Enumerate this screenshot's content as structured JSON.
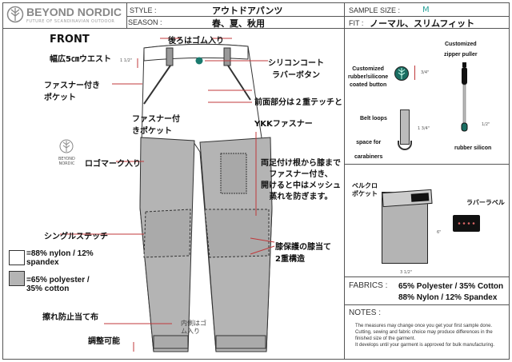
{
  "header": {
    "brand": "BEYOND NORDIC",
    "tagline": "FUTURE OF SCANDINAVIAN OUTDOOR",
    "style_label": "STYLE :",
    "style_value": "アウトドアパンツ",
    "season_label": "SEASON :",
    "season_value": "春、夏、秋用",
    "sample_size_label": "SAMPLE SIZE :",
    "sample_size_value": "M",
    "fit_label": "FIT :",
    "fit_value": "ノーマル、スリムフィット"
  },
  "drawing": {
    "view": "FRONT",
    "callouts": {
      "waist": "幅広5㎝ウエスト",
      "waist_dim": "1 1/2\"",
      "back_elastic": "後ろはゴム入り",
      "zip_pocket": [
        "ファスナー付き",
        "ポケット"
      ],
      "button": [
        "シリコンコート",
        "ラバーボタン"
      ],
      "double_stitch": "前面部分は２重テッチと",
      "ykk": "YKKファスナー",
      "thigh_pocket": [
        "ファスナー付",
        "きポケット"
      ],
      "logo": "ロゴマーク入り",
      "vent": [
        "両足付け根から膝まで",
        "ファスナー付き、",
        "開けると中はメッシュ",
        "蒸れを防ぎます。"
      ],
      "single_stitch": "シングルステッチ",
      "knee": [
        "膝保護の膝当て",
        "2重構造"
      ],
      "abrasion": "擦れ防止当て布",
      "adjustable": "調整可能",
      "inner_elastic": [
        "内側はゴ",
        "ム入り"
      ]
    },
    "logo_brand": [
      "BEYOND",
      "NORDIC"
    ],
    "legend": [
      {
        "color": "#ffffff",
        "text": [
          "=88% nylon / 12%",
          "spandex"
        ]
      },
      {
        "color": "#b4b4b4",
        "text": [
          "=65% polyester /",
          "35% cotton"
        ]
      }
    ]
  },
  "trims": {
    "button": [
      "Customized",
      "rubber/silicone",
      "coated button"
    ],
    "button_dim": "3/4\"",
    "puller": [
      "Customized",
      "zipper puller"
    ],
    "puller_dim": "1/2\"",
    "puller_note": "rubber silicon",
    "belt_loops": "Belt loops",
    "belt_dim": "1 3/4\"",
    "carabiner": [
      "space for",
      "carabiners"
    ]
  },
  "pocket": {
    "velcro": [
      "ベルクロ",
      "ポケット"
    ],
    "rubber_label": "ラバーラベル",
    "width": "3 1/2\"",
    "height": "6\""
  },
  "fabrics": {
    "label": "FABRICS :",
    "lines": [
      "65% Polyester / 35% Cotton",
      "88% Nylon / 12% Spandex"
    ]
  },
  "notes": {
    "label": "NOTES :",
    "lines": [
      "The measures may change once you get your first sample done.",
      "Cutting, sewing and fabric choice may produce differences in the",
      "finished size of the garment.",
      "It develops until your garment is approved for bulk manufacturing."
    ]
  },
  "colors": {
    "accent": "#1a7a6e",
    "dim": "#c0393b",
    "fabric_gray": "#b4b4b4"
  }
}
